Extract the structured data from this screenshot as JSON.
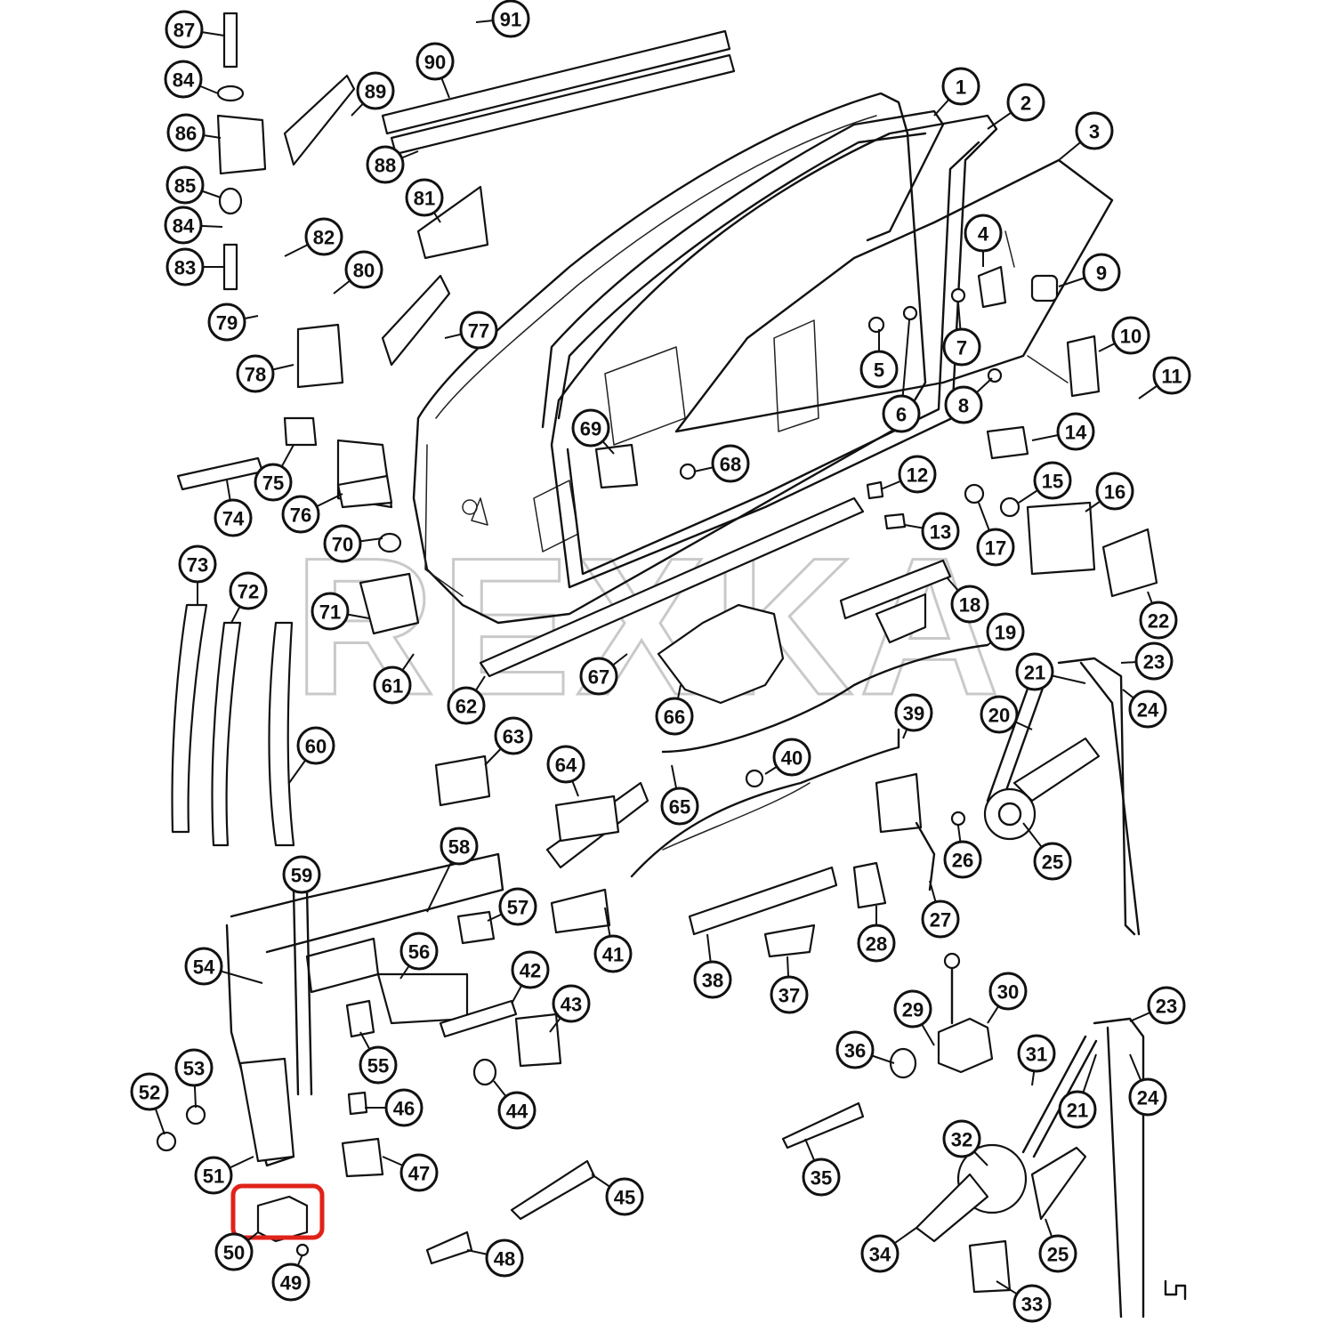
{
  "watermark": "REXKA",
  "highlight_color": "#e0221a",
  "parts": [
    "1",
    "2",
    "3",
    "4",
    "5",
    "6",
    "7",
    "8",
    "9",
    "10",
    "11",
    "12",
    "13",
    "14",
    "15",
    "16",
    "17",
    "18",
    "19",
    "20",
    "21",
    "21",
    "22",
    "23",
    "23",
    "24",
    "24",
    "25",
    "25",
    "26",
    "27",
    "28",
    "29",
    "30",
    "31",
    "32",
    "33",
    "34",
    "35",
    "36",
    "37",
    "38",
    "39",
    "40",
    "41",
    "42",
    "43",
    "44",
    "45",
    "46",
    "47",
    "48",
    "49",
    "50",
    "51",
    "52",
    "53",
    "54",
    "55",
    "56",
    "57",
    "58",
    "59",
    "60",
    "61",
    "62",
    "63",
    "64",
    "65",
    "66",
    "67",
    "68",
    "69",
    "70",
    "71",
    "72",
    "73",
    "74",
    "75",
    "76",
    "77",
    "78",
    "79",
    "80",
    "81",
    "82",
    "83",
    "84",
    "84",
    "85",
    "86",
    "87",
    "88",
    "89",
    "90",
    "91"
  ],
  "highlighted_part": "50"
}
